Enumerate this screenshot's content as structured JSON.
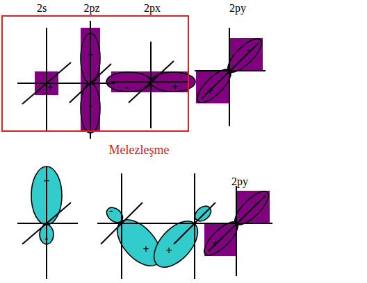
{
  "diagram": {
    "nodes": [
      {
        "text": [
          "2s",
          "2pz",
          "2px"
        ]
      }
    ],
    "labels": [
      "2py",
      "+",
      "+",
      "-",
      "-",
      "+",
      "-",
      "+",
      "Melezleşme",
      "2py",
      "+",
      "-",
      "-",
      "+",
      "+",
      "-",
      "+"
    ]
  }
}
